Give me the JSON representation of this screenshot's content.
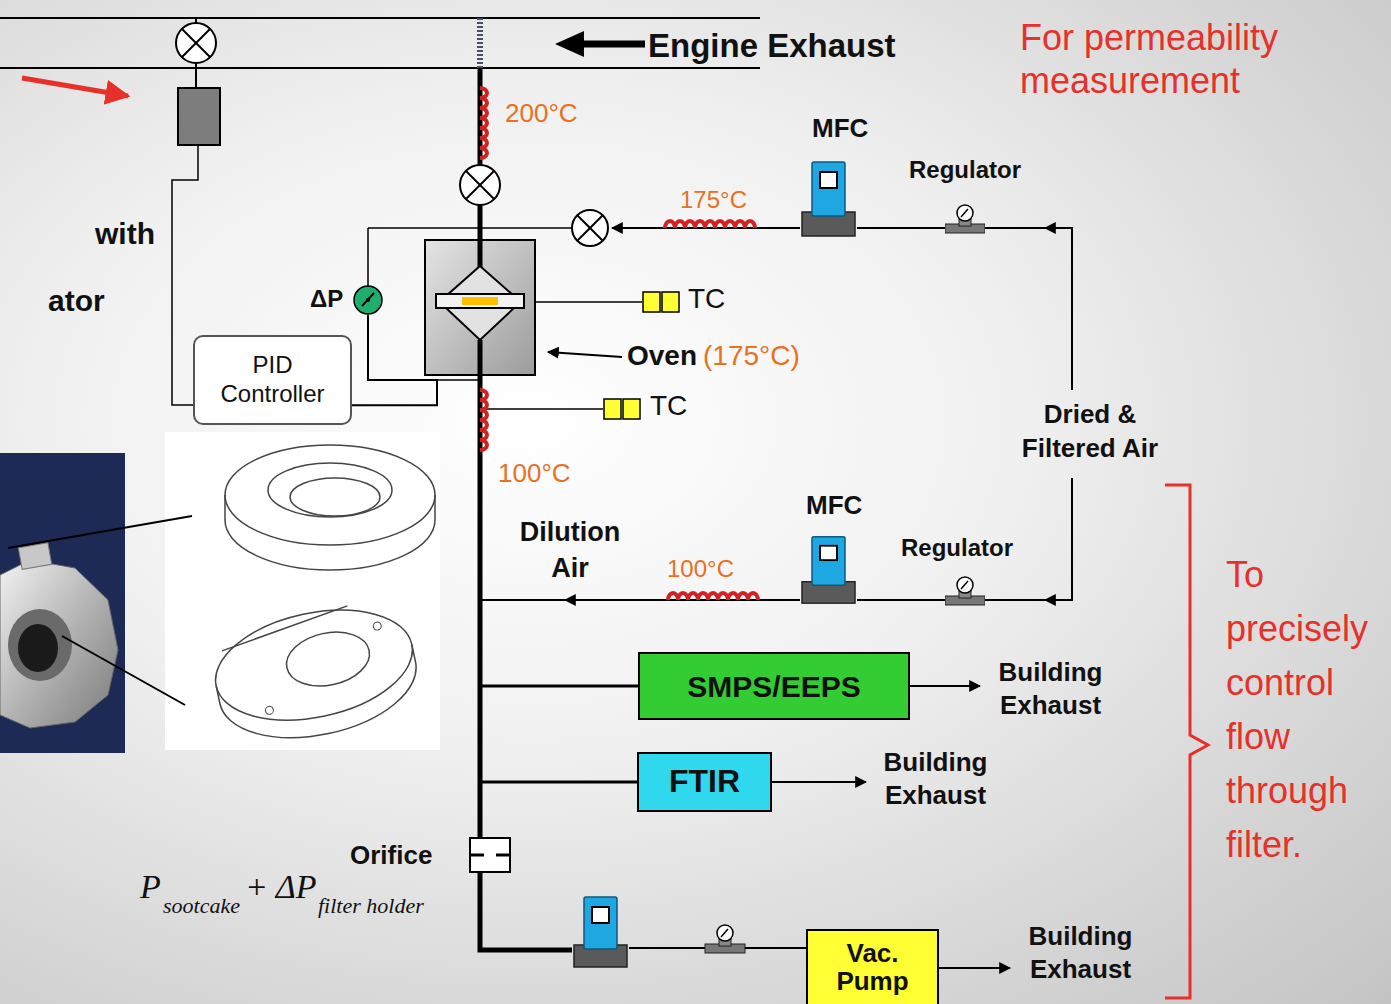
{
  "diagram": {
    "nodes": [
      {
        "text": [
          "MFC"
        ]
      },
      {
        "text": [
          "Regulator"
        ]
      },
      {
        "text": [
          "ΔP"
        ]
      },
      {
        "text": [
          "TC"
        ]
      },
      {
        "text": [
          "PID Controller"
        ]
      },
      {
        "text": [
          "TC"
        ]
      },
      {
        "text": [
          "MFC"
        ]
      },
      {
        "text": [
          "Regulator"
        ]
      },
      {
        "text": [
          "SMPS/EEPS"
        ]
      },
      {
        "text": [
          "FTIR"
        ]
      },
      {
        "text": [
          "Vac. Pump"
        ]
      }
    ],
    "edges": [
      {
        "from": 1,
        "to": 0,
        "arrow": "none"
      },
      {
        "from": 4,
        "to": 2,
        "arrow": "none"
      },
      {
        "from": 7,
        "to": 6,
        "arrow": "none"
      }
    ],
    "labels": [
      "Engine Exhaust",
      "For permeability measurement",
      "with",
      "200°C",
      "175°C",
      "ator",
      "Oven",
      "(175°C)",
      "Dried & Filtered Air",
      "100°C",
      "Dilution Air",
      "100°C",
      "Building Exhaust",
      "Building Exhaust",
      "To precisely control flow through filter.",
      "Orifice",
      "P",
      "sootcake",
      "+ ΔP",
      "filter holder",
      "Building Exhaust"
    ]
  }
}
